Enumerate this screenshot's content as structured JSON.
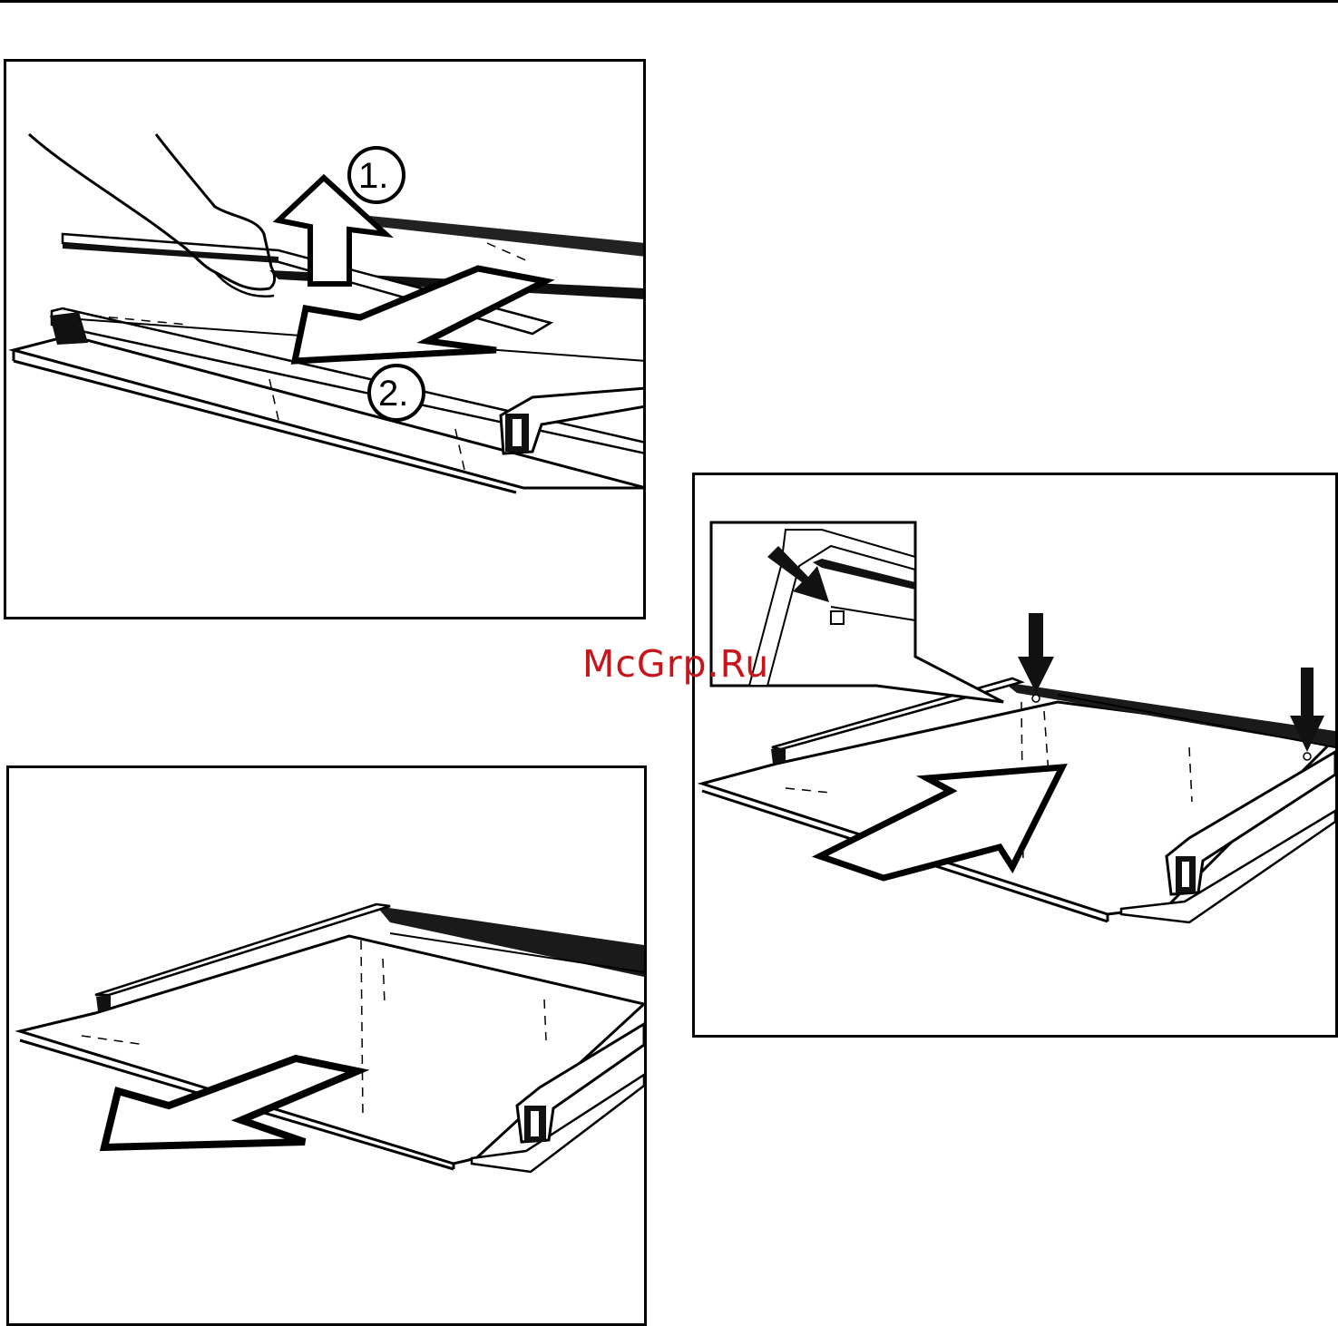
{
  "page": {
    "background": "#ffffff",
    "ink_color": "#000000"
  },
  "figures": [
    {
      "id": "panel-1",
      "steps": [
        {
          "label": "1.",
          "arrow": "lift-up"
        },
        {
          "label": "2.",
          "arrow": "slide-out"
        }
      ]
    },
    {
      "id": "panel-2",
      "arrow": "slide-in",
      "inset": "corner-detail-with-clip"
    },
    {
      "id": "panel-3",
      "arrow": "slide-out"
    }
  ],
  "watermark": {
    "text": "McGrp.Ru",
    "color": "#c8151b"
  }
}
